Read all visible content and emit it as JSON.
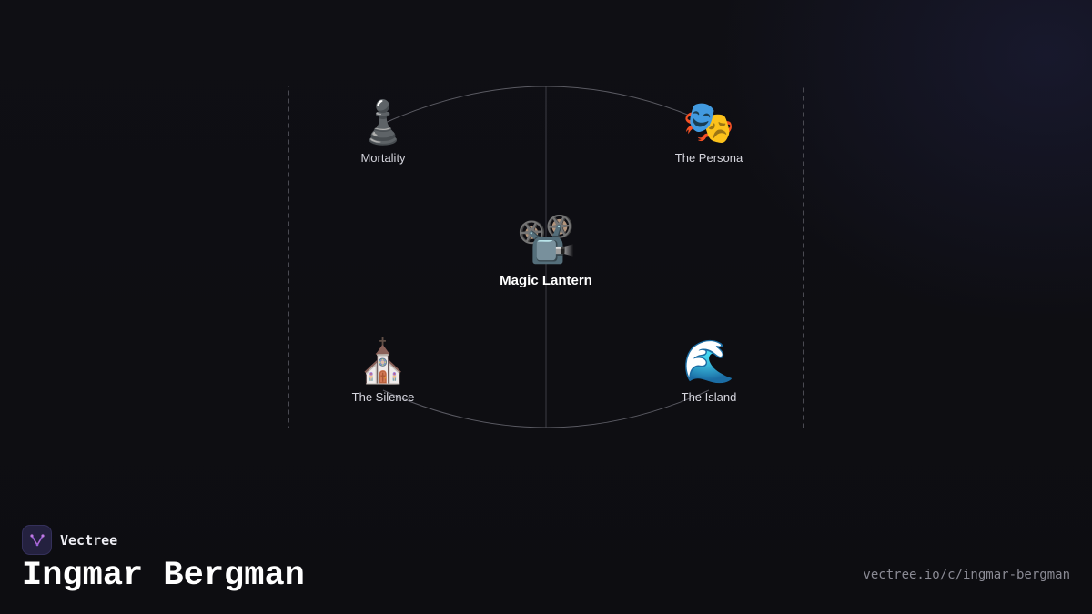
{
  "brand": {
    "name": "Vectree"
  },
  "page": {
    "title": "Ingmar Bergman",
    "url": "vectree.io/c/ingmar-bergman"
  },
  "diagram": {
    "center": {
      "label": "Magic Lantern",
      "emoji": "📽️",
      "icon": "film-projector-icon"
    },
    "nodes": [
      {
        "id": "mortality",
        "label": "Mortality",
        "emoji": "♟️",
        "icon": "chess-pawn-icon"
      },
      {
        "id": "persona",
        "label": "The Persona",
        "emoji": "🎭",
        "icon": "theater-masks-icon"
      },
      {
        "id": "silence",
        "label": "The Silence",
        "emoji": "⛪",
        "icon": "church-icon"
      },
      {
        "id": "island",
        "label": "The Island",
        "emoji": "🌊",
        "icon": "wave-icon"
      }
    ],
    "colors": {
      "frame": "#4a4a52",
      "curve": "#5a5a62",
      "divider": "#3c3c44"
    }
  }
}
